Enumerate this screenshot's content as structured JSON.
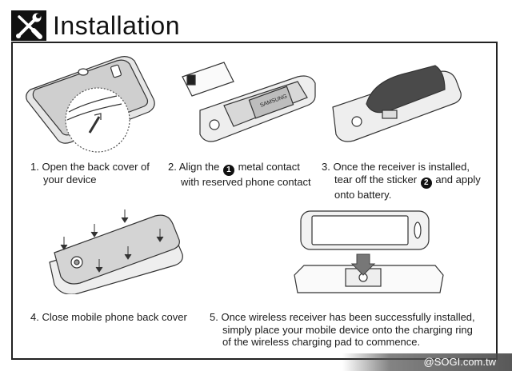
{
  "header": {
    "title": "Installation",
    "icon": "wrench-screwdriver-icon"
  },
  "steps": [
    {
      "line1": "1. Open the back cover of",
      "line2": "your device"
    },
    {
      "line1_a": "2. Align the",
      "badge": "1",
      "line1_b": "metal contact",
      "line2": "with reserved phone contact"
    },
    {
      "line1": "3. Once the receiver is installed,",
      "line2_a": "tear off the sticker",
      "badge": "2",
      "line2_b": "and apply",
      "line3": "onto battery."
    },
    {
      "line1": "4. Close mobile phone back cover"
    },
    {
      "line1": "5. Once wireless receiver has been successfully installed,",
      "line2": "simply place your mobile device onto the charging ring",
      "line3": "of the wireless charging pad to commence."
    }
  ],
  "illustrations": {
    "battery_label": "SAMSUNG"
  },
  "watermark": {
    "text": "@SOGI.com.tw"
  }
}
